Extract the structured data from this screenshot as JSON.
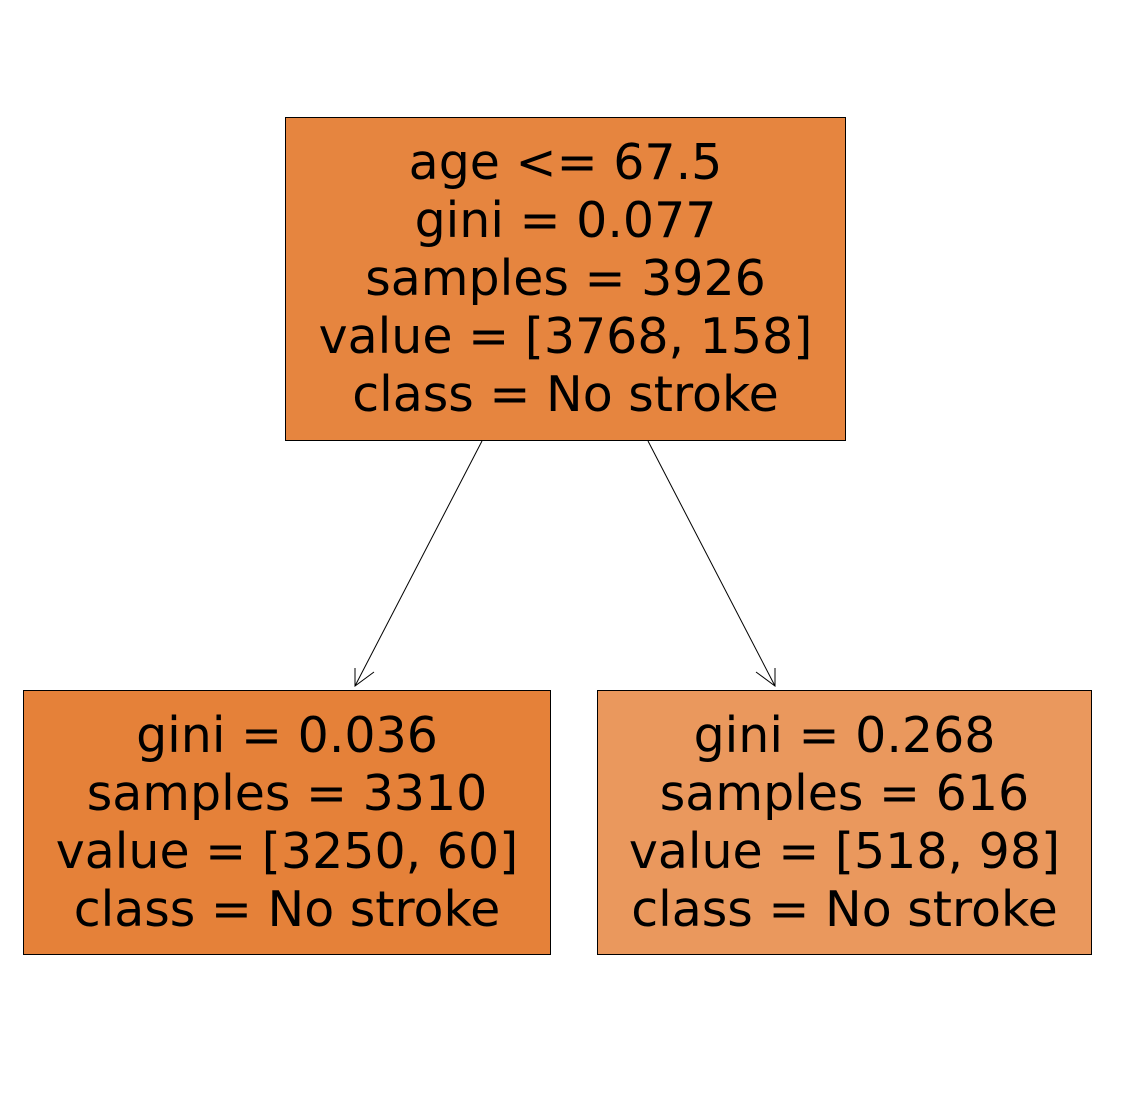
{
  "tree": {
    "root": {
      "split": "age <= 67.5",
      "gini": "gini = 0.077",
      "samples": "samples = 3926",
      "value": "value = [3768, 158]",
      "class": "class = No stroke",
      "fill": "#e6853f"
    },
    "left": {
      "gini": "gini = 0.036",
      "samples": "samples = 3310",
      "value": "value = [3250, 60]",
      "class": "class = No stroke",
      "fill": "#e58139"
    },
    "right": {
      "gini": "gini = 0.268",
      "samples": "samples = 616",
      "value": "value = [518, 98]",
      "class": "class = No stroke",
      "fill": "#ea985d"
    }
  },
  "colors": {
    "edge": "#000000",
    "text": "#000000",
    "background": "#ffffff"
  }
}
